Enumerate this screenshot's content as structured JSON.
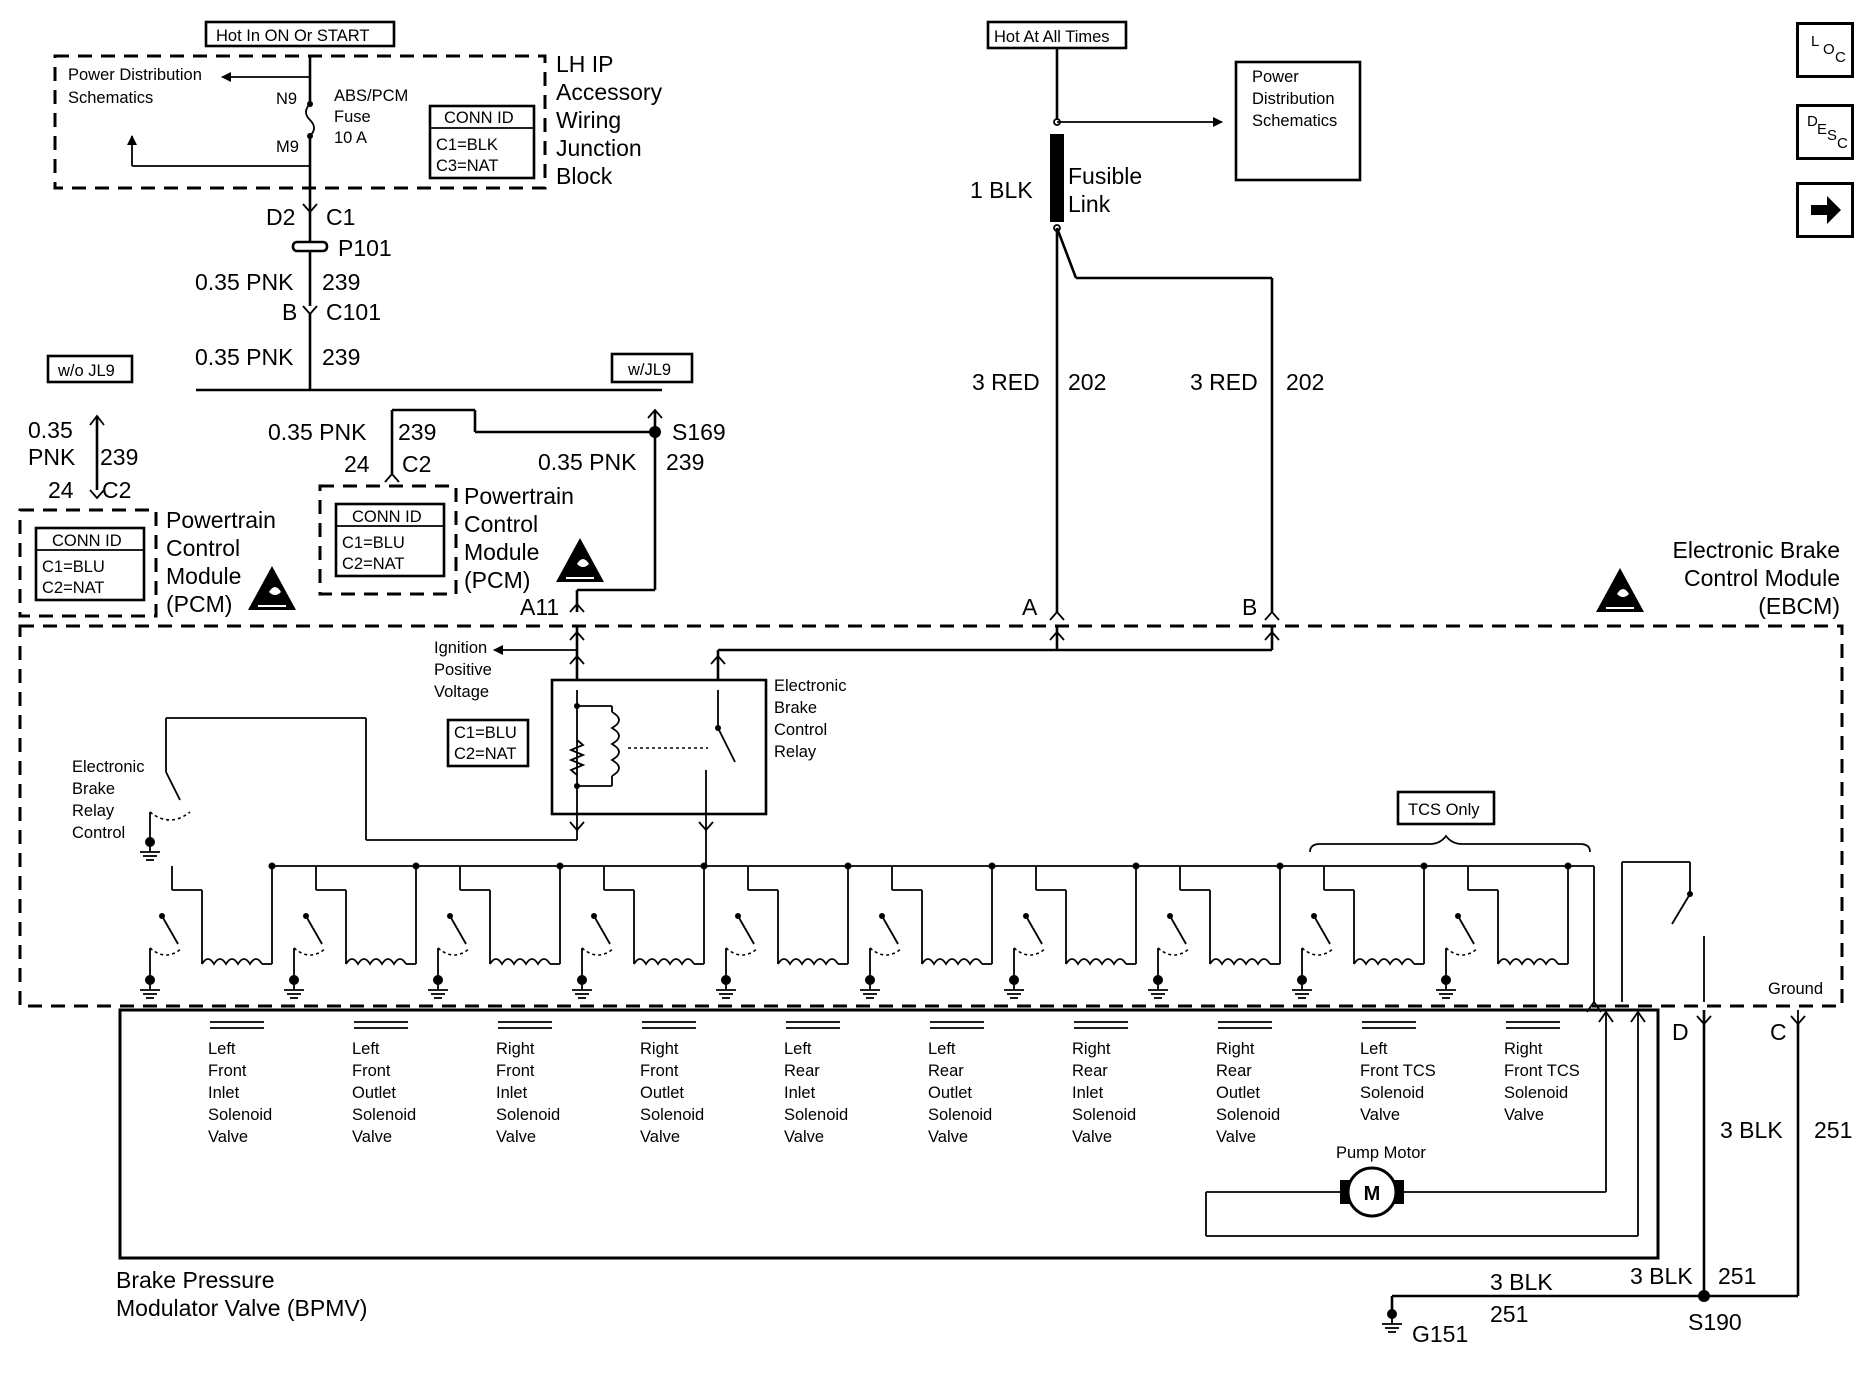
{
  "nav": {
    "loc": [
      "L",
      "O",
      "C"
    ],
    "desc": [
      "D",
      "E",
      "S",
      "C"
    ],
    "next_icon": "right-arrow-icon"
  },
  "fuse_block": {
    "hot_label": "Hot In ON Or START",
    "title_lines": [
      "LH IP",
      "Accessory",
      "Wiring",
      "Junction",
      "Block"
    ],
    "power_dist_lines": [
      "Power Distribution",
      "Schematics"
    ],
    "fuse_pin_top": "N9",
    "fuse_pin_bottom": "M9",
    "fuse_lines": [
      "ABS/PCM",
      "Fuse",
      "10 A"
    ],
    "conn_id_title": "CONN ID",
    "conn_id_lines": [
      "C1=BLK",
      "C3=NAT"
    ]
  },
  "ign_circuit": {
    "d2": "D2",
    "c1": "C1",
    "p101": "P101",
    "wire1_gauge": "0.35 PNK",
    "wire1_circuit": "239",
    "b": "B",
    "c101": "C101",
    "wire2_gauge": "0.35 PNK",
    "wire2_circuit": "239",
    "wo_jl9": "w/o JL9",
    "w_jl9": "w/JL9",
    "left_gauge_lines": [
      "0.35",
      "PNK"
    ],
    "left_circuit": "239",
    "left_pin": "24",
    "left_conn": "C2",
    "mid_gauge": "0.35 PNK",
    "mid_circuit": "239",
    "mid_pin": "24",
    "mid_conn": "C2",
    "s169": "S169",
    "right_gauge": "0.35 PNK",
    "right_circuit": "239",
    "a11": "A11"
  },
  "pcm_left": {
    "conn_id_title": "CONN ID",
    "conn_id_lines": [
      "C1=BLU",
      "C2=NAT"
    ],
    "title_lines": [
      "Powertrain",
      "Control",
      "Module",
      "(PCM)"
    ]
  },
  "pcm_mid": {
    "conn_id_title": "CONN ID",
    "conn_id_lines": [
      "C1=BLU",
      "C2=NAT"
    ],
    "title_lines": [
      "Powertrain",
      "Control",
      "Module",
      "(PCM)"
    ]
  },
  "battery_circuit": {
    "hot_label": "Hot At All Times",
    "power_dist_lines": [
      "Power",
      "Distribution",
      "Schematics"
    ],
    "fusible_gauge": "1 BLK",
    "fusible_lines": [
      "Fusible",
      "Link"
    ],
    "wire_a_gauge": "3 RED",
    "wire_a_circuit": "202",
    "wire_b_gauge": "3 RED",
    "wire_b_circuit": "202",
    "pin_a": "A",
    "pin_b": "B"
  },
  "ebcm": {
    "title_lines": [
      "Electronic Brake",
      "Control Module",
      "(EBCM)"
    ],
    "ign_lines": [
      "Ignition",
      "Positive",
      "Voltage"
    ],
    "relay_lines": [
      "Electronic",
      "Brake",
      "Control",
      "Relay"
    ],
    "relay_ctrl_lines": [
      "Electronic",
      "Brake",
      "Relay",
      "Control"
    ],
    "conn_id_lines": [
      "C1=BLU",
      "C2=NAT"
    ],
    "tcs_only": "TCS Only",
    "ground_label": "Ground",
    "pin_d": "D",
    "pin_c": "C"
  },
  "bpmv": {
    "title_lines": [
      "Brake Pressure",
      "Modulator Valve (BPMV)"
    ],
    "valves": [
      [
        "Left",
        "Front",
        "Inlet",
        "Solenoid",
        "Valve"
      ],
      [
        "Left",
        "Front",
        "Outlet",
        "Solenoid",
        "Valve"
      ],
      [
        "Right",
        "Front",
        "Inlet",
        "Solenoid",
        "Valve"
      ],
      [
        "Right",
        "Front",
        "Outlet",
        "Solenoid",
        "Valve"
      ],
      [
        "Left",
        "Rear",
        "Inlet",
        "Solenoid",
        "Valve"
      ],
      [
        "Left",
        "Rear",
        "Outlet",
        "Solenoid",
        "Valve"
      ],
      [
        "Right",
        "Rear",
        "Inlet",
        "Solenoid",
        "Valve"
      ],
      [
        "Right",
        "Rear",
        "Outlet",
        "Solenoid",
        "Valve"
      ],
      [
        "Left",
        "Front TCS",
        "Solenoid",
        "Valve"
      ],
      [
        "Right",
        "Front TCS",
        "Solenoid",
        "Valve"
      ]
    ],
    "pump_label": "Pump Motor",
    "motor_symbol": "M"
  },
  "ground_circuit": {
    "wire1_gauge": "3 BLK",
    "wire1_circuit": "251",
    "wire2_gauge": "3 BLK",
    "wire2_circuit": "251",
    "wire3_gauge": "3 BLK",
    "wire3_circuit": "251",
    "s190": "S190",
    "g151": "G151"
  }
}
